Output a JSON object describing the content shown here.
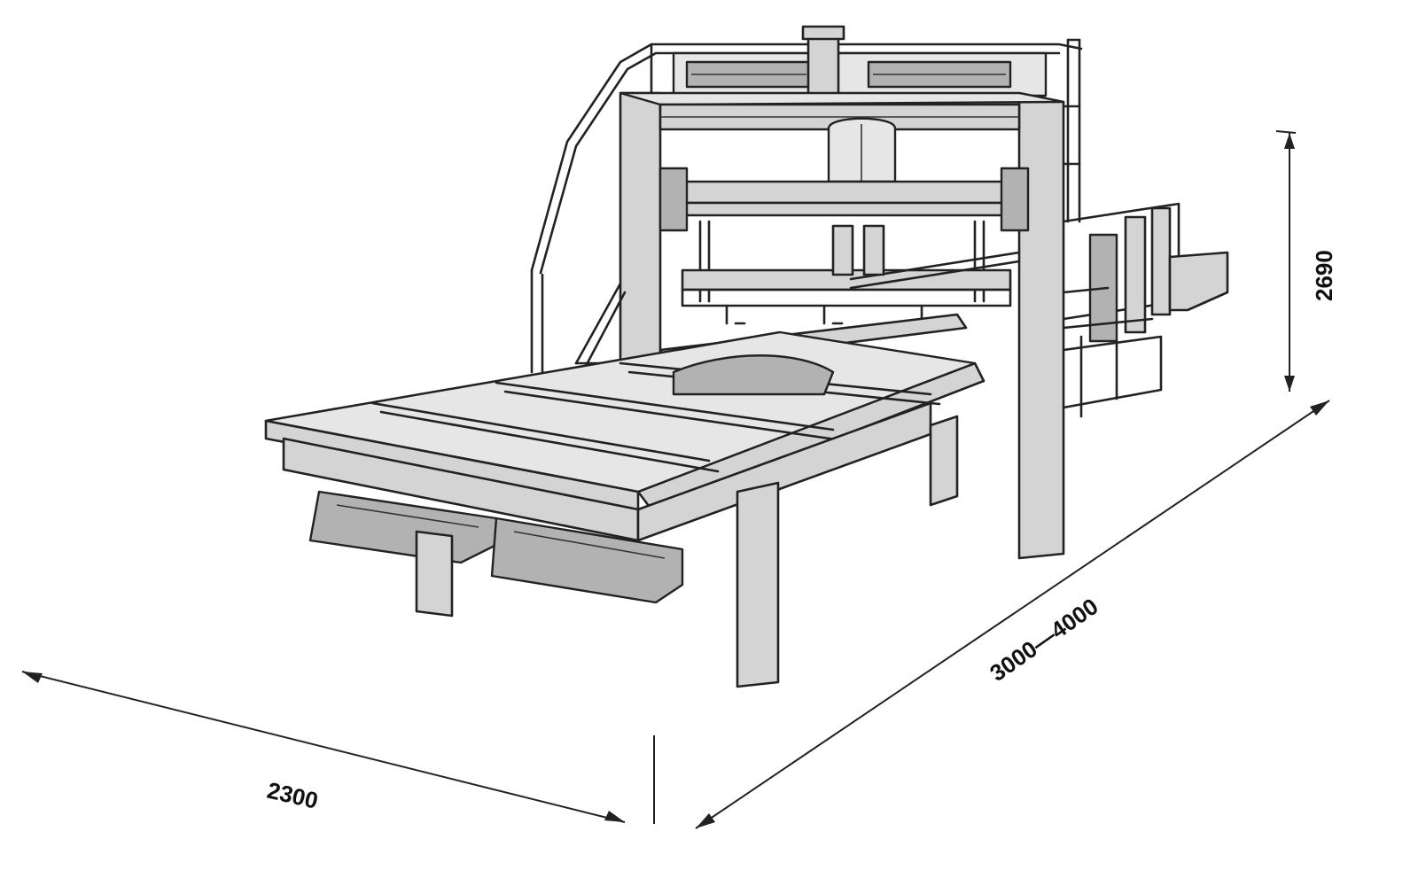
{
  "dimensions": {
    "width_label": "2300",
    "length_label": "3000—4000",
    "height_label": "2690"
  }
}
